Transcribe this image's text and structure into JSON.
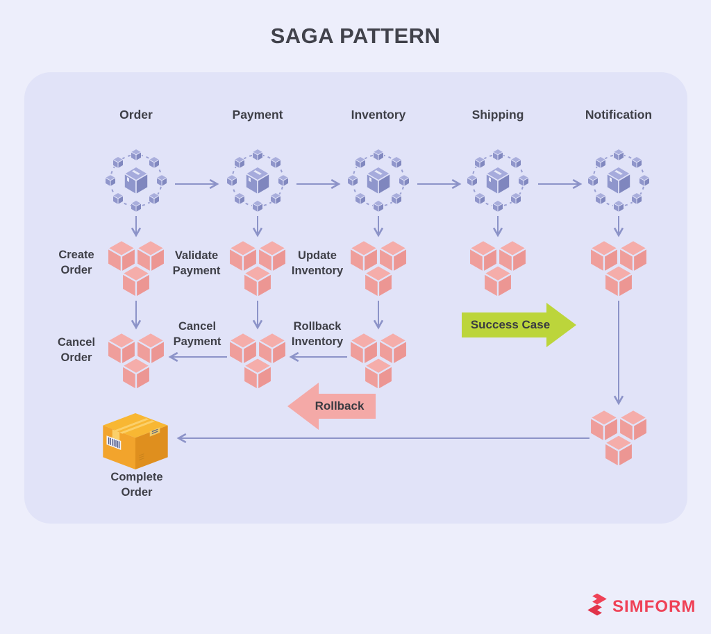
{
  "title": "SAGA PATTERN",
  "columns": [
    {
      "name": "Order"
    },
    {
      "name": "Payment"
    },
    {
      "name": "Inventory"
    },
    {
      "name": "Shipping"
    },
    {
      "name": "Notification"
    }
  ],
  "actions": {
    "create_order": "Create\nOrder",
    "validate_payment": "Validate\nPayment",
    "update_inventory": "Update\nInventory",
    "cancel_order": "Cancel\nOrder",
    "cancel_payment": "Cancel\nPayment",
    "rollback_inventory": "Rollback\nInventory",
    "complete_order": "Complete\nOrder"
  },
  "flow_labels": {
    "success_case": "Success Case",
    "rollback": "Rollback"
  },
  "icons": {
    "service": "microservice-nodes-icon",
    "task": "task-blocks-icon",
    "package": "package-box-icon",
    "brand": "simform-logo-icon"
  },
  "footer": {
    "brand": "SIMFORM"
  },
  "colors": {
    "background": "#EDEEFB",
    "panel": "#E1E3F8",
    "line": "#8C93C8",
    "node": "#959BCE",
    "task_blocks": "#F0A3A0",
    "success_arrow": "#BCD53B",
    "rollback_arrow": "#F4A9A7",
    "text": "#3E3F47",
    "brand": "#EF4156",
    "box_orange": "#F2A42C"
  }
}
